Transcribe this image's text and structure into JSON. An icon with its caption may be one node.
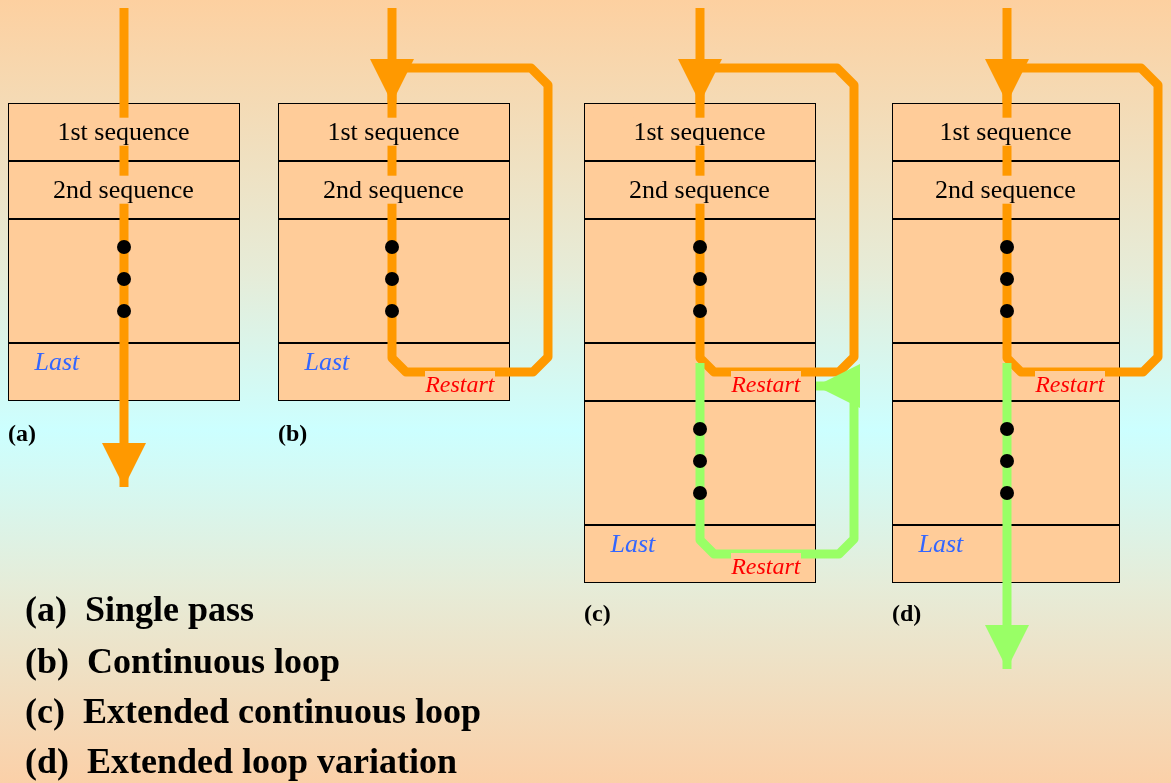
{
  "diagram": {
    "nodes": [
      {
        "text": [],
        "shape": "box"
      },
      {
        "text": [
          "1st sequence"
        ],
        "in": 0
      },
      {
        "text": [
          "2nd sequence"
        ],
        "in": 0
      },
      {
        "text": [],
        "shape": "box",
        "in": 0
      },
      {
        "text": [
          "Last"
        ],
        "in": 0
      },
      {
        "text": [],
        "shape": "box"
      },
      {
        "text": [
          "1st sequence"
        ],
        "in": 5
      },
      {
        "text": [
          "2nd sequence"
        ],
        "in": 5
      },
      {
        "text": [],
        "shape": "box",
        "in": 5
      },
      {
        "text": [
          "Last",
          "Restart"
        ],
        "in": 5
      },
      {
        "text": [],
        "shape": "box"
      },
      {
        "text": [
          "1st sequence"
        ],
        "in": 10
      },
      {
        "text": [
          "2nd sequence"
        ],
        "in": 10
      },
      {
        "text": [],
        "shape": "box",
        "in": 10
      },
      {
        "text": [
          "Restart"
        ],
        "in": 10
      },
      {
        "text": [],
        "shape": "box",
        "in": 10
      },
      {
        "text": [
          "Last",
          "Restart"
        ],
        "in": 10
      },
      {
        "text": [],
        "shape": "box"
      },
      {
        "text": [
          "1st sequence"
        ],
        "in": 17
      },
      {
        "text": [
          "2nd sequence"
        ],
        "in": 17
      },
      {
        "text": [],
        "shape": "box",
        "in": 17
      },
      {
        "text": [
          "Restart"
        ],
        "in": 17
      },
      {
        "text": [],
        "shape": "box",
        "in": 17
      },
      {
        "text": [
          "Last"
        ],
        "in": 17
      }
    ],
    "edges": [
      {
        "from": null,
        "to": 1,
        "arrow": "none"
      },
      {
        "from": 1,
        "to": 2,
        "arrow": "none"
      },
      {
        "from": 2,
        "to": 3,
        "arrow": "none"
      },
      {
        "from": 3,
        "to": 4,
        "arrow": "none"
      },
      {
        "from": 4,
        "to": null,
        "arrow": "to"
      },
      {
        "from": null,
        "to": 6,
        "arrow": "none"
      },
      {
        "from": 6,
        "to": 7,
        "arrow": "none"
      },
      {
        "from": 7,
        "to": 8,
        "arrow": "none"
      },
      {
        "from": 8,
        "to": 9,
        "arrow": "none"
      },
      {
        "from": 9,
        "to": 6,
        "arrow": "to"
      },
      {
        "from": null,
        "to": 11,
        "arrow": "none"
      },
      {
        "from": 11,
        "to": 12,
        "arrow": "none"
      },
      {
        "from": 12,
        "to": 13,
        "arrow": "none"
      },
      {
        "from": 13,
        "to": 14,
        "arrow": "none"
      },
      {
        "from": 14,
        "to": 11,
        "arrow": "to"
      },
      {
        "from": 14,
        "to": 15,
        "arrow": "none",
        "color": "#99ff66"
      },
      {
        "from": 15,
        "to": 16,
        "arrow": "none",
        "color": "#99ff66"
      },
      {
        "from": 16,
        "to": 14,
        "arrow": "to",
        "color": "#99ff66"
      },
      {
        "from": null,
        "to": 18,
        "arrow": "none"
      },
      {
        "from": 18,
        "to": 19,
        "arrow": "none"
      },
      {
        "from": 19,
        "to": 20,
        "arrow": "none"
      },
      {
        "from": 20,
        "to": 21,
        "arrow": "none"
      },
      {
        "from": 21,
        "to": 18,
        "arrow": "to"
      },
      {
        "from": 21,
        "to": 22,
        "arrow": "none",
        "color": "#99ff66"
      },
      {
        "from": 22,
        "to": 23,
        "arrow": "none",
        "color": "#99ff66"
      },
      {
        "from": 23,
        "to": null,
        "arrow": "to",
        "color": "#99ff66"
      }
    ],
    "labels": [
      "(a)",
      "(b)",
      "(c)",
      "(d)",
      "(a)  Single pass",
      "(b)  Continuous loop",
      "(c)  Extended continuous loop",
      "(d)  Extended loop variation"
    ]
  }
}
